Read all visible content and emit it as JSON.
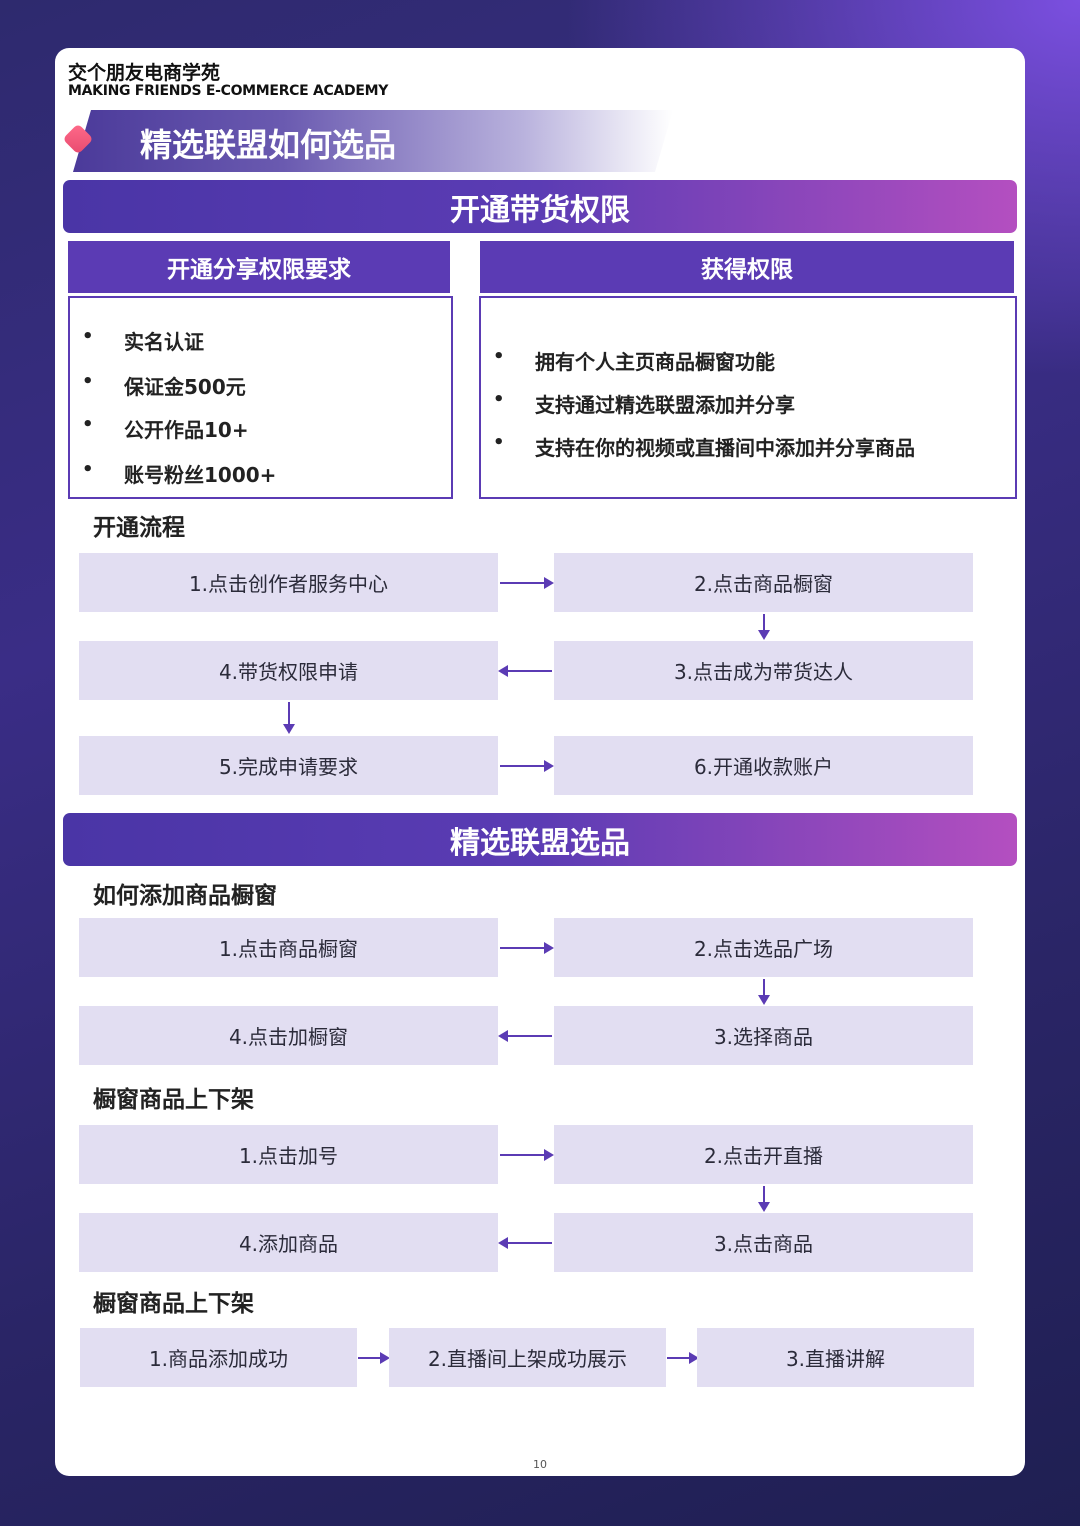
{
  "brand": {
    "name_cn": "交个朋友电商学苑",
    "name_en": "MAKING FRIENDS E-COMMERCE ACADEMY"
  },
  "page_title": "精选联盟如何选品",
  "section1": {
    "title": "开通带货权限",
    "requirements": {
      "heading": "开通分享权限要求",
      "items": [
        "实名认证",
        "保证金500元",
        "公开作品10+",
        "账号粉丝1000+"
      ]
    },
    "permissions": {
      "heading": "获得权限",
      "items": [
        "拥有个人主页商品橱窗功能",
        "支持通过精选联盟添加并分享",
        "支持在你的视频或直播间中添加并分享商品"
      ]
    },
    "process": {
      "heading": "开通流程",
      "steps": [
        "1.点击创作者服务中心",
        "2.点击商品橱窗",
        "3.点击成为带货达人",
        "4.带货权限申请",
        "5.完成申请要求",
        "6.开通收款账户"
      ]
    }
  },
  "section2": {
    "title": "精选联盟选品",
    "add_to_window": {
      "heading": "如何添加商品橱窗",
      "steps": [
        "1.点击商品橱窗",
        "2.点击选品广场",
        "3.选择商品",
        "4.点击加橱窗"
      ]
    },
    "shelf1": {
      "heading": "橱窗商品上下架",
      "steps": [
        "1.点击加号",
        "2.点击开直播",
        "3.点击商品",
        "4.添加商品"
      ]
    },
    "shelf2": {
      "heading": "橱窗商品上下架",
      "steps": [
        "1.商品添加成功",
        "2.直播间上架成功展示",
        "3.直播讲解"
      ]
    }
  },
  "page_number": "10"
}
